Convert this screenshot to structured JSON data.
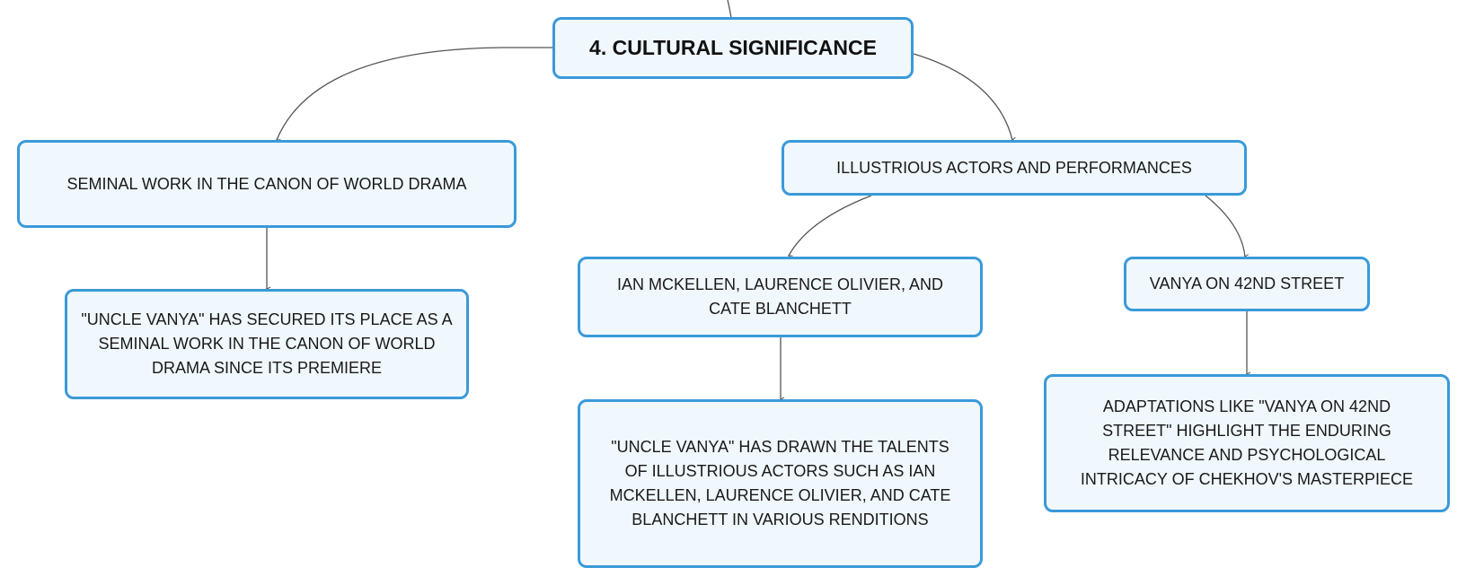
{
  "nodes": {
    "root": "4. CULTURAL SIGNIFICANCE",
    "seminal": "SEMINAL WORK IN THE CANON OF WORLD DRAMA",
    "seminal_detail": "\"UNCLE VANYA\" HAS SECURED ITS PLACE AS A SEMINAL WORK IN THE CANON OF WORLD DRAMA SINCE ITS PREMIERE",
    "actors": "ILLUSTRIOUS ACTORS AND PERFORMANCES",
    "actors_names": "IAN MCKELLEN, LAURENCE OLIVIER, AND CATE BLANCHETT",
    "actors_detail": "\"UNCLE VANYA\" HAS DRAWN THE TALENTS OF ILLUSTRIOUS ACTORS SUCH AS IAN MCKELLEN, LAURENCE OLIVIER, AND CATE BLANCHETT IN VARIOUS RENDITIONS",
    "vanya42": "VANYA ON 42ND STREET",
    "vanya42_detail": "ADAPTATIONS LIKE \"VANYA ON 42ND STREET\" HIGHLIGHT THE ENDURING RELEVANCE AND PSYCHOLOGICAL INTRICACY OF CHEKHOV'S MASTERPIECE"
  },
  "colors": {
    "node_border": "#3a9ad9",
    "node_fill": "#f0f7fd",
    "connector": "#555555"
  }
}
